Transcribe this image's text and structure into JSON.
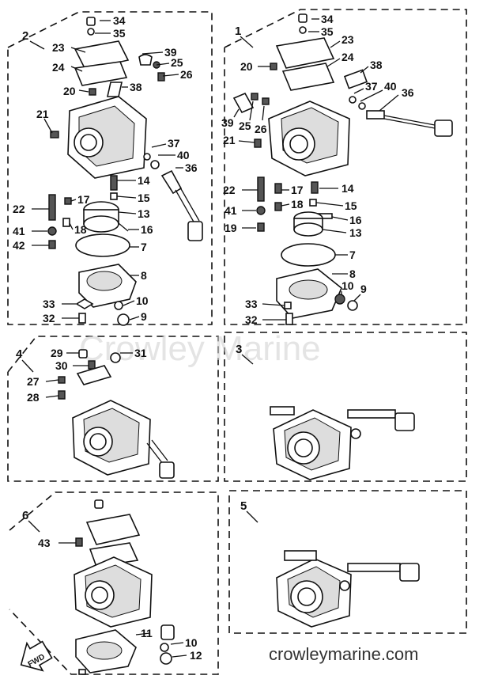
{
  "watermark": "Crowley Marine",
  "footer_site": "crowleymarine.com",
  "fwd_label": "FWD",
  "panels": {
    "p1": "1",
    "p2": "2",
    "p3": "3",
    "p4": "4",
    "p5": "5",
    "p6": "6"
  },
  "callouts": {
    "p2": [
      "34",
      "35",
      "23",
      "39",
      "24",
      "25",
      "26",
      "20",
      "38",
      "21",
      "37",
      "40",
      "36",
      "14",
      "22",
      "17",
      "15",
      "13",
      "41",
      "18",
      "16",
      "42",
      "7",
      "8",
      "33",
      "10",
      "32",
      "9"
    ],
    "p1": [
      "34",
      "35",
      "23",
      "20",
      "24",
      "38",
      "37",
      "40",
      "36",
      "39",
      "25",
      "26",
      "21",
      "22",
      "17",
      "14",
      "41",
      "18",
      "15",
      "16",
      "19",
      "13",
      "7",
      "8",
      "10",
      "9",
      "33",
      "32"
    ],
    "p4": [
      "29",
      "31",
      "30",
      "27",
      "28"
    ],
    "p6": [
      "43",
      "11",
      "10",
      "12"
    ]
  }
}
